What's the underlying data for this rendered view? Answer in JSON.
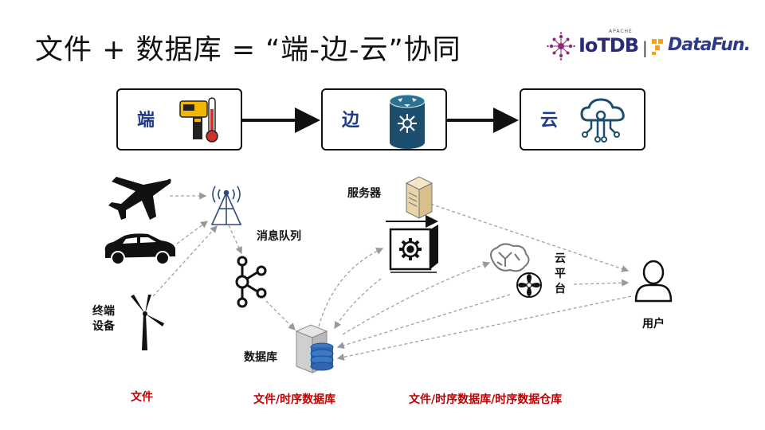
{
  "title": "文件 + 数据库 = “端-边-云”协同",
  "logos": {
    "iotdb": "IoTDB",
    "apache": "APACHE",
    "separator": "|",
    "datafun": "DataFun."
  },
  "tiers": [
    {
      "label": "端",
      "icon": "sensor-thermometer-icon"
    },
    {
      "label": "边",
      "icon": "edge-router-icon"
    },
    {
      "label": "云",
      "icon": "cloud-network-icon"
    }
  ],
  "labels": {
    "server": "服务器",
    "message_queue": "消息队列",
    "terminal_device": "终端\n设备",
    "terminal_line1": "终端",
    "terminal_line2": "设备",
    "database": "数据库",
    "cloud_platform": "云\n平\n台",
    "user": "用户"
  },
  "cloud_platform_chars": [
    "云",
    "平",
    "台"
  ],
  "bottom_captions": {
    "terminal": "文件",
    "edge": "文件/时序数据库",
    "cloud": "文件/时序数据库/时序数据仓库"
  },
  "colors": {
    "accent_blue": "#1f3a8a",
    "caption_red": "#c00000",
    "icon_teal": "#1d4e6e"
  }
}
